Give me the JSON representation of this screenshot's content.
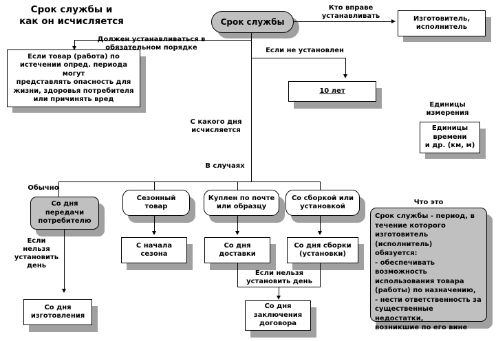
{
  "diagram": {
    "title": "Срок службы и\nкак он исчисляется",
    "root": {
      "label": "Срок службы"
    },
    "nodes": {
      "manufacturer": {
        "label": "Изготовитель,\nисполнитель"
      },
      "danger_goods": {
        "label": "Если товар (работа) по\nистечении опред. периода могут\nпредставлять опасность для\nжизни, здоровья потребителя\nили причинять вред"
      },
      "ten_years": {
        "label": "10 лет"
      },
      "units_box": {
        "label": "Единицы\nвремени\nи др. (км, м)"
      },
      "seasonal_goods": {
        "label": "Сезонный\nтовар"
      },
      "bought_by_mail": {
        "label": "Куплен по почте\nили образцу"
      },
      "with_assembly": {
        "label": "Со сборкой или\nустановкой"
      },
      "from_transfer": {
        "label": "Со дня\nпередачи\nпотребителю"
      },
      "from_manufacture": {
        "label": "Со дня\nизготовления"
      },
      "from_season_start": {
        "label": "С начала\nсезона"
      },
      "from_delivery": {
        "label": "Со дня\nдоставки"
      },
      "from_assembly": {
        "label": "Со дня  сборки\n(установки)"
      },
      "cannot_set_day": {
        "label": "Если нельзя\nустановить день"
      },
      "from_contract": {
        "label": "Со дня\nзаключения\nдоговора"
      },
      "definition_box": {
        "label": "Срок службы - период, в\nтечение которого\nизготовитель (исполнитель)\nобязуется:\n- обеспечивать возможность\nиспользования товара\n(работы) по назначению,\n- нести ответственность за\nсущественные недостатки,\nвозникшие по его вине"
      }
    },
    "labels": {
      "who_sets": "Кто вправе\nустанавливать",
      "must_be_set": "Должен устанавливаться в\nобязательном порядке",
      "if_not_set": "Если не установлен",
      "from_what_day": "С какого дня\nисчисляется",
      "in_cases": "В случаях",
      "usually": "Обычно",
      "if_cannot_set_day": "Если\nнельзя\nустановить\nдень",
      "units_of_measure": "Единицы\nизмерения",
      "what_is_it": "Что это"
    },
    "colors": {
      "node_fill": "#ffffff",
      "node_fill_gray": "#c0c0c0",
      "shadow": "#a0a0a0",
      "stroke": "#000000",
      "background": "#ffffff"
    }
  }
}
